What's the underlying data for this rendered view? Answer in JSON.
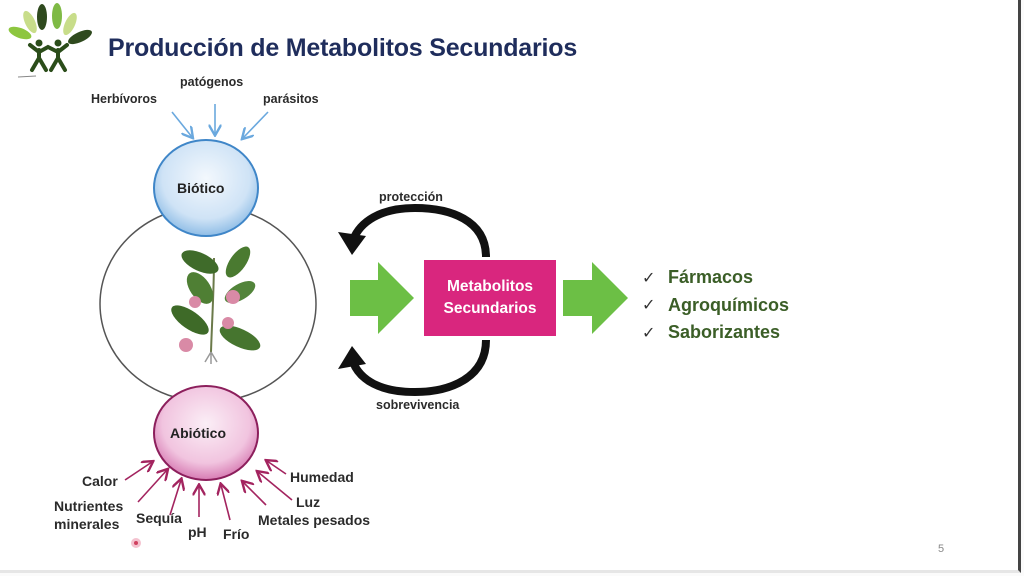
{
  "slide": {
    "title": "Producción de Metabolitos Secundarios",
    "page_number": "5"
  },
  "logo": {
    "icon": "tree-people-logo-icon"
  },
  "biotic": {
    "label": "Biótico",
    "inputs": [
      "Herbívoros",
      "patógenos",
      "parásitos"
    ],
    "color": "#6aa8de"
  },
  "plant": {
    "icon": "plant-illustration-icon"
  },
  "abiotic": {
    "label": "Abiótico",
    "inputs": [
      "Calor",
      "Nutrientes",
      "minerales",
      "Sequía",
      "pH",
      "Frío",
      "Metales pesados",
      "Luz",
      "Humedad"
    ],
    "color": "#d6539e"
  },
  "cycle": {
    "top_label": "protección",
    "bottom_label": "sobrevivencia"
  },
  "metabolites": {
    "line1": "Metabolitos",
    "line2": "Secundarios",
    "color": "#d9267e"
  },
  "outputs": {
    "check_icon": "✓",
    "items": [
      "Fármacos",
      "Agroquímicos",
      "Saborizantes"
    ],
    "color": "#3b5e27"
  },
  "arrow_color": "#6cbf45"
}
